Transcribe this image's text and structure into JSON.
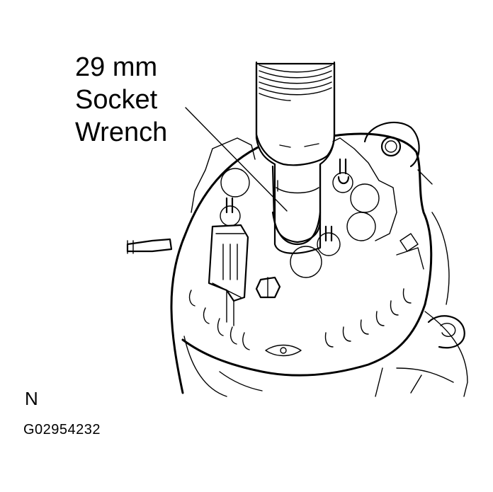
{
  "callout": {
    "lines": [
      "29 mm",
      "Socket",
      "Wrench"
    ]
  },
  "view_label": "N",
  "figure_id": "G02954232",
  "illustration": {
    "subject": "alternator-with-socket-wrench",
    "colors": {
      "line": "#000000",
      "background": "#ffffff"
    }
  }
}
